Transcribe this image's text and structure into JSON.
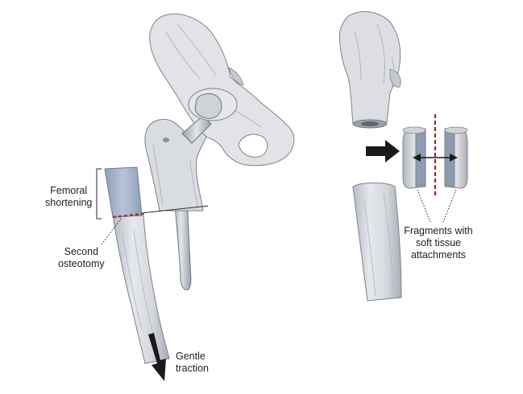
{
  "labels": {
    "femoral_shortening": [
      "Femoral",
      "shortening"
    ],
    "second_osteotomy": [
      "Second",
      "osteotomy"
    ],
    "gentle_traction": [
      "Gentle",
      "traction"
    ],
    "fragments": [
      "Fragments with",
      "soft tissue",
      "attachments"
    ]
  },
  "colors": {
    "bone_fill": "#dadde2",
    "bone_shade": "#b9bec6",
    "bone_stroke": "#7d828a",
    "segment_fill": "#a4b2cc",
    "cut_line": "#a3262a",
    "arrow": "#1a1a1a",
    "text": "#222222"
  }
}
